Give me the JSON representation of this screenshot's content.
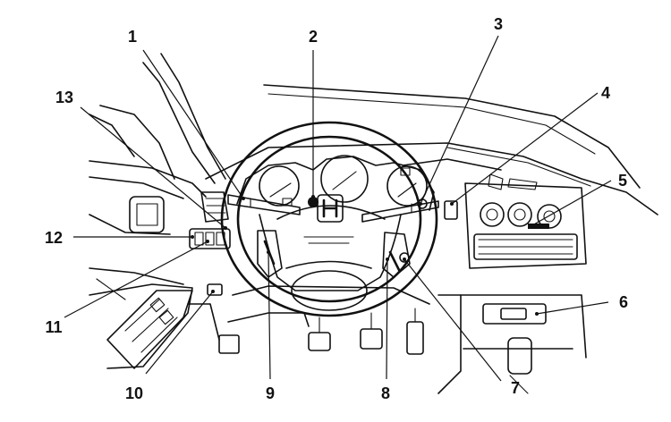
{
  "callouts": [
    {
      "id": "1",
      "label": "1"
    },
    {
      "id": "2",
      "label": "2"
    },
    {
      "id": "3",
      "label": "3"
    },
    {
      "id": "4",
      "label": "4"
    },
    {
      "id": "5",
      "label": "5"
    },
    {
      "id": "6",
      "label": "6"
    },
    {
      "id": "7",
      "label": "7"
    },
    {
      "id": "8",
      "label": "8"
    },
    {
      "id": "9",
      "label": "9"
    },
    {
      "id": "10",
      "label": "10"
    },
    {
      "id": "11",
      "label": "11"
    },
    {
      "id": "12",
      "label": "12"
    },
    {
      "id": "13",
      "label": "13"
    }
  ],
  "colors": {
    "ink": "#111111",
    "background": "#ffffff"
  }
}
